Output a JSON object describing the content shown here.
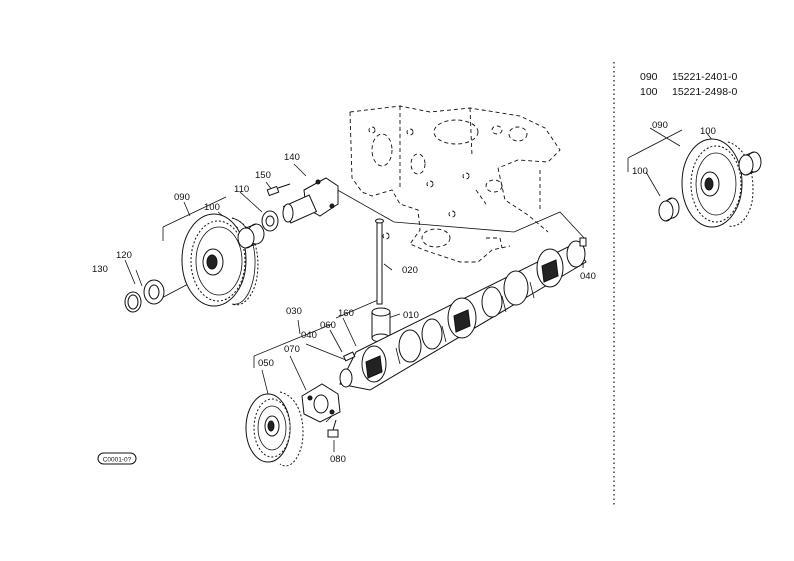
{
  "diagram": {
    "part_labels": {
      "p010": "010",
      "p020": "020",
      "p030": "030",
      "p040a": "040",
      "p040b": "040",
      "p050": "050",
      "p060": "060",
      "p070": "070",
      "p080": "080",
      "p090": "090",
      "p100": "100",
      "p110": "110",
      "p120": "120",
      "p130": "130",
      "p140": "140",
      "p150": "150",
      "p160": "160",
      "inset_090": "090",
      "inset_100a": "100",
      "inset_100b": "100"
    },
    "figure_code": "C0001-0?"
  },
  "reference_table": {
    "rows": [
      {
        "item": "090",
        "part_no": "15221-2401-0"
      },
      {
        "item": "100",
        "part_no": "15221-2498-0"
      }
    ]
  }
}
